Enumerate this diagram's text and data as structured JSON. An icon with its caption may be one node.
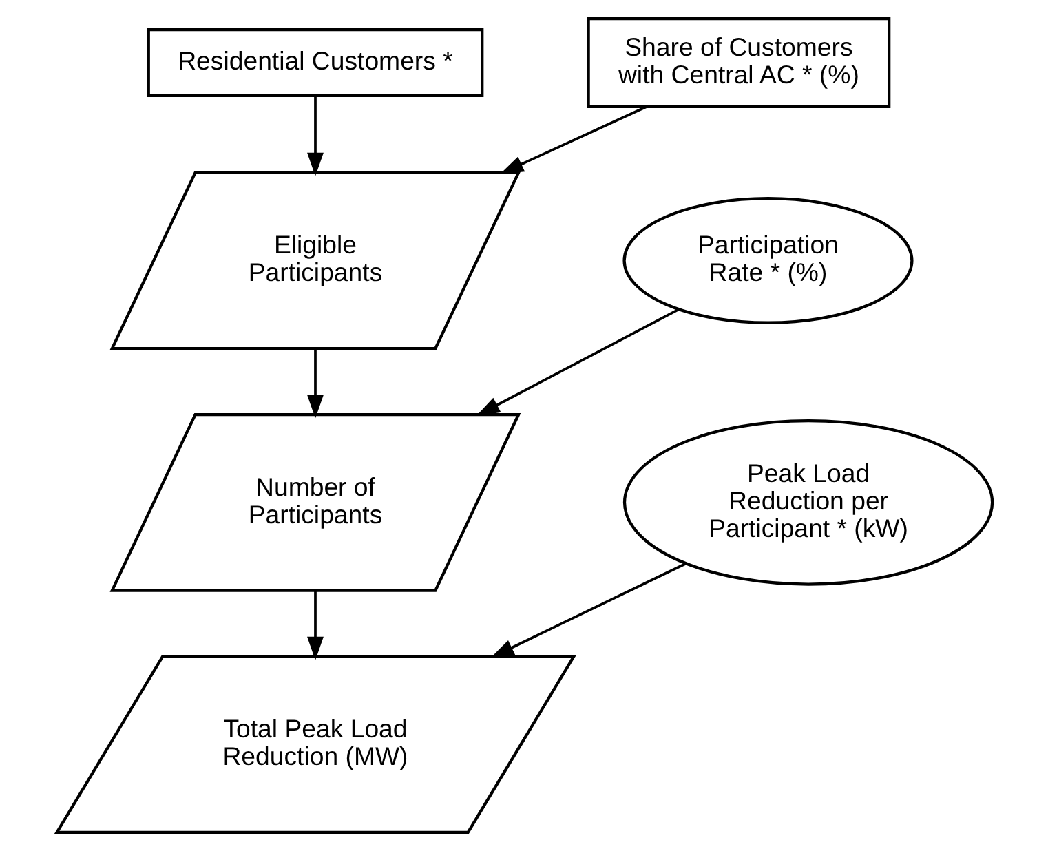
{
  "diagram": {
    "nodes": [
      {
        "text": [
          "Residential Customers *"
        ]
      },
      {
        "text": [
          "Share of Customers with Central AC * (%)"
        ]
      },
      {
        "text": [
          "Eligible Participants"
        ]
      },
      {
        "text": [
          "Participation Rate * (%)"
        ]
      },
      {
        "text": [
          "Number of Participants"
        ]
      },
      {
        "text": [
          "Peak Load Reduction per Participant * (kW)"
        ]
      },
      {
        "text": [
          "Total Peak Load Reduction (MW)"
        ]
      }
    ],
    "edges": [
      {
        "from": 0,
        "to": 2,
        "arrow": "to"
      },
      {
        "from": 1,
        "to": 2,
        "arrow": "to"
      },
      {
        "from": 2,
        "to": 4,
        "arrow": "to"
      },
      {
        "from": 3,
        "to": 4,
        "arrow": "to"
      },
      {
        "from": 4,
        "to": 6,
        "arrow": "to"
      },
      {
        "from": 5,
        "to": 6,
        "arrow": "to"
      }
    ]
  }
}
